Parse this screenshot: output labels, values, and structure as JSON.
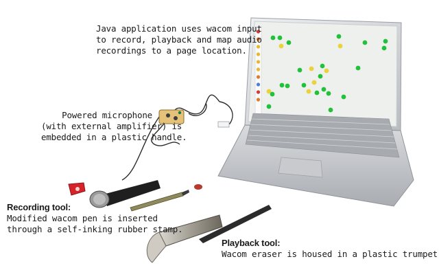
{
  "captions": {
    "java": {
      "lines": [
        "Java application uses wacom input",
        "to record, playback and map audio",
        "recordings to a page location."
      ]
    },
    "microphone": {
      "lines": [
        "Powered microphone",
        "(with external amplifier) is",
        "embedded in a plastic handle."
      ]
    },
    "recording": {
      "title": "Recording tool:",
      "lines": [
        "Modified wacom pen is inserted",
        "through a self-inking rubber stamp."
      ]
    },
    "playback": {
      "title": "Playback tool:",
      "lines": [
        "Wacom eraser is housed in a plastic trumpet."
      ]
    }
  },
  "colors": {
    "screen_bg": "#eef0ee",
    "dot_green": "#22c13a",
    "dot_yellow": "#e9d23a",
    "laptop_silver": "#d8dadd",
    "mic_red": "#d6232a"
  }
}
